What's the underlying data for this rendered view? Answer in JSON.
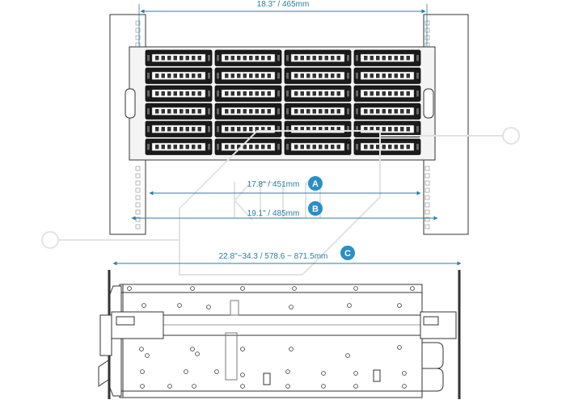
{
  "dimensions": {
    "top_width": "18.3\" / 465mm",
    "a": {
      "label": "17.8\" / 451mm",
      "badge": "A"
    },
    "b": {
      "label": "19.1\" / 485mm",
      "badge": "B"
    },
    "c": {
      "label": "22.8\"~34.3  /  578.6 ~ 871.5mm",
      "badge": "C"
    }
  },
  "colors": {
    "dimension": "#2a7fa3",
    "badge": "#2a8fc4",
    "line": "#333333",
    "watermark": "#e3e3e3"
  },
  "chassis": {
    "bay_rows": 6,
    "bay_columns": 4
  }
}
